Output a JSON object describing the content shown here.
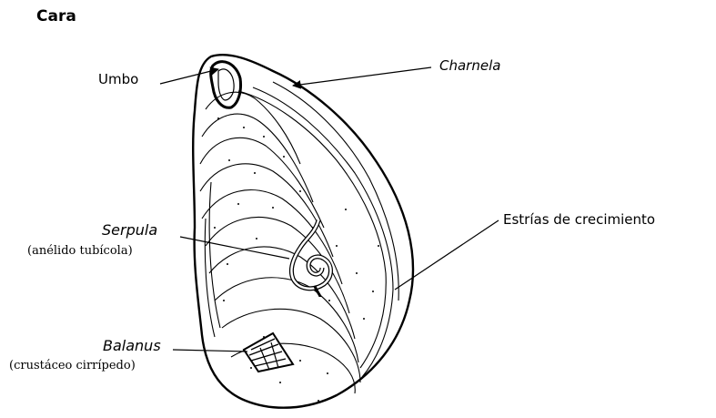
{
  "title": "Cara",
  "labels": {
    "umbo": "Umbo",
    "charnela": "Charnela",
    "estrias": "Estrías de crecimiento",
    "serpula": "Serpula",
    "serpula_desc": "(anélido tubícola)",
    "balanus": "Balanus",
    "balanus_desc": "(crustáceo cirrípedo)"
  },
  "colors": {
    "ink": "#000000",
    "background": "#ffffff"
  }
}
